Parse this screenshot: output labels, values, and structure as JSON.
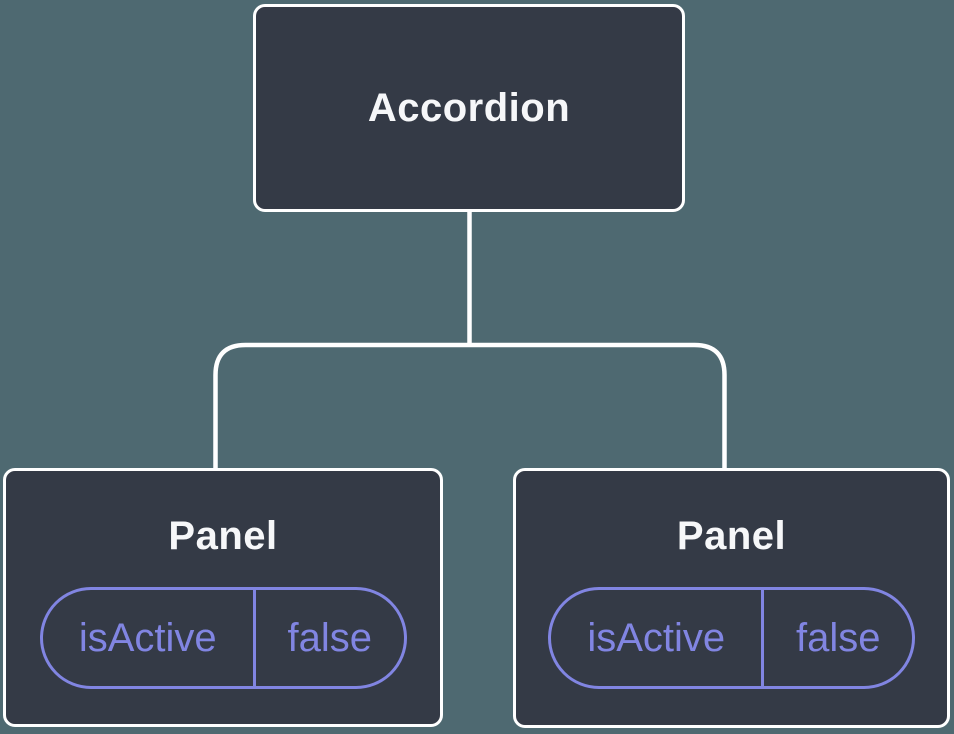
{
  "theme": {
    "bg": "#4E6971",
    "nodeFill": "#343A46",
    "nodeBorder": "#FFFFFF",
    "connector": "#FFFFFF",
    "accent": "#8185E2",
    "labelColor": "#F6F7F9"
  },
  "diagram": {
    "type": "component-tree",
    "root": {
      "label": "Accordion"
    },
    "children": [
      {
        "label": "Panel",
        "state": {
          "name": "isActive",
          "value": "false"
        }
      },
      {
        "label": "Panel",
        "state": {
          "name": "isActive",
          "value": "false"
        }
      }
    ]
  }
}
